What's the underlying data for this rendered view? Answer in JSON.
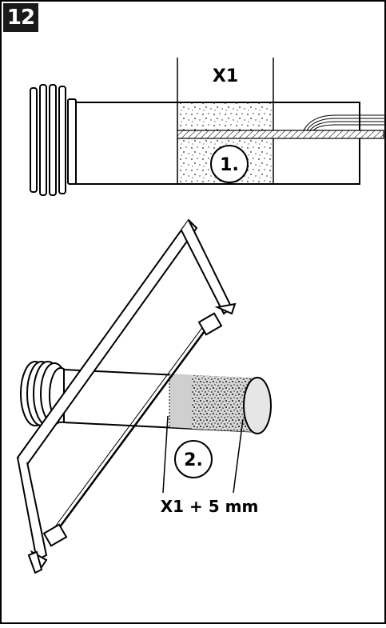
{
  "step": {
    "number": "12"
  },
  "top_figure": {
    "dimension_label": "X1",
    "callout": "1."
  },
  "bottom_figure": {
    "callout": "2.",
    "cut_label": "X1 + 5 mm"
  }
}
